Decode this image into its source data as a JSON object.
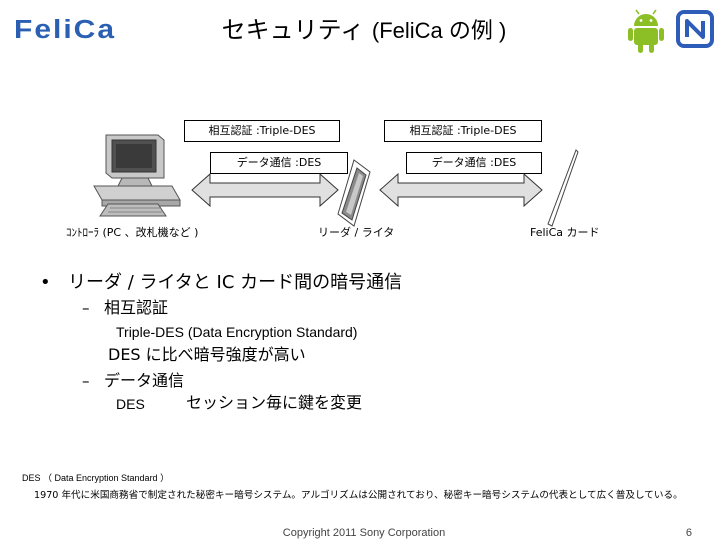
{
  "header": {
    "logo_text": "FeliCa",
    "title_main": "セキュリティ",
    "title_sub": "(FeliCa の例 )"
  },
  "icons": [
    "android-robot-icon",
    "nfc-n-mark-icon",
    "computer-terminal-icon",
    "reader-writer-icon",
    "felica-card-icon"
  ],
  "diagram": {
    "box1": "相互認証 :Triple-DES",
    "box2": "データ通信 :DES",
    "box3": "相互認証 :Triple-DES",
    "box4": "データ通信 :DES",
    "label_controller": "ｺﾝﾄﾛｰﾗ (PC 、改札機など )",
    "label_reader": "リーダ / ライタ",
    "label_card": "FeliCa カード"
  },
  "bullets": {
    "bullet_char": "•",
    "main": "リーダ / ライタと IC カード間の暗号通信",
    "dash": "–",
    "sub1": "相互認証",
    "sub1_line1": "Triple-DES (Data Encryption Standard)",
    "sub1_line2": "DES に比べ暗号強度が高い",
    "sub2": "データ通信",
    "sub2_line1_a": "DES",
    "sub2_line1_b": "セッション毎に鍵を変更"
  },
  "footnote": {
    "line1": "DES （ Data Encryption Standard ）",
    "line2": "1970 年代に米国商務省で制定された秘密キー暗号システム。アルゴリズムは公開されており、秘密キー暗号システムの代表として広く普及している。"
  },
  "footer": {
    "copyright": "Copyright  2011 Sony Corporation",
    "page_number": "6"
  },
  "colors": {
    "logo": "#2b5fb4",
    "android_green": "#8cbf26",
    "arrow_fill": "#e0e0e0"
  }
}
